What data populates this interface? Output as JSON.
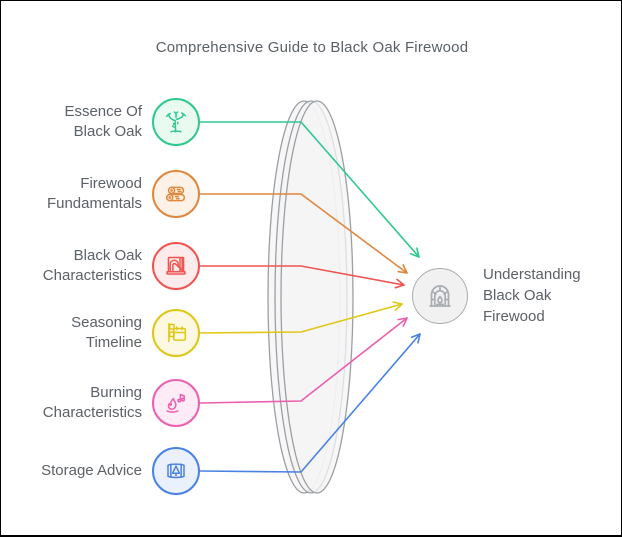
{
  "title": "Comprehensive Guide to Black Oak Firewood",
  "items": [
    {
      "label": "Essence Of Black Oak",
      "icon": "oak-tree-icon",
      "color": "#2ec98c",
      "bg": "#e9faf1"
    },
    {
      "label": "Firewood Fundamentals",
      "icon": "stacked-logs-icon",
      "color": "#e0873d",
      "bg": "#fcf2e7"
    },
    {
      "label": "Black Oak Characteristics",
      "icon": "wood-grain-icon",
      "color": "#f05451",
      "bg": "#fdeceb"
    },
    {
      "label": "Seasoning Timeline",
      "icon": "timeline-calendar-icon",
      "color": "#e0c716",
      "bg": "#fcf8e2"
    },
    {
      "label": "Burning Characteristics",
      "icon": "crackling-flame-icon",
      "color": "#ec5fae",
      "bg": "#fdebf5"
    },
    {
      "label": "Storage Advice",
      "icon": "log-storage-icon",
      "color": "#4a82e4",
      "bg": "#ebf1fc"
    }
  ],
  "center_node": {
    "label": "Understanding Black Oak Firewood",
    "icon": "fireplace-icon",
    "color": "#a9adb2",
    "bg": "#f1f1f2"
  },
  "lens": {
    "color": "#9b9fa3",
    "bg": "#f4f4f5"
  }
}
